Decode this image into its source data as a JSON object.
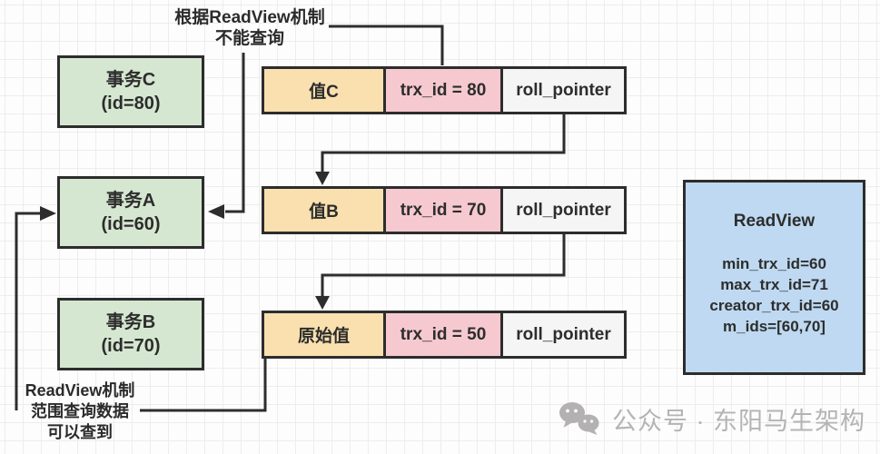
{
  "diagram": {
    "title_note_top": {
      "line1": "根据ReadView机制",
      "line2": "不能查询"
    },
    "note_bottom": {
      "line1": "ReadView机制",
      "line2": "范围查询数据",
      "line3": "可以查到"
    },
    "transactions": [
      {
        "name": "事务C",
        "id_label": "(id=80)"
      },
      {
        "name": "事务A",
        "id_label": "(id=60)"
      },
      {
        "name": "事务B",
        "id_label": "(id=70)"
      }
    ],
    "version_chain": [
      {
        "value": "值C",
        "trx": "trx_id = 80",
        "roll": "roll_pointer"
      },
      {
        "value": "值B",
        "trx": "trx_id = 70",
        "roll": "roll_pointer"
      },
      {
        "value": "原始值",
        "trx": "trx_id = 50",
        "roll": "roll_pointer"
      }
    ],
    "readview": {
      "title": "ReadView",
      "lines": [
        "min_trx_id=60",
        "max_trx_id=71",
        "creator_trx_id=60",
        "m_ids=[60,70]"
      ]
    },
    "watermark": {
      "text": "公众号 · 东阳马生架构"
    },
    "colors": {
      "transaction_fill": "#d6e7d1",
      "value_fill": "#f9e0ae",
      "trx_fill": "#f6c9d0",
      "roll_fill": "#f5f5f5",
      "readview_fill": "#bed9f1",
      "line": "#2d2d2d"
    }
  }
}
